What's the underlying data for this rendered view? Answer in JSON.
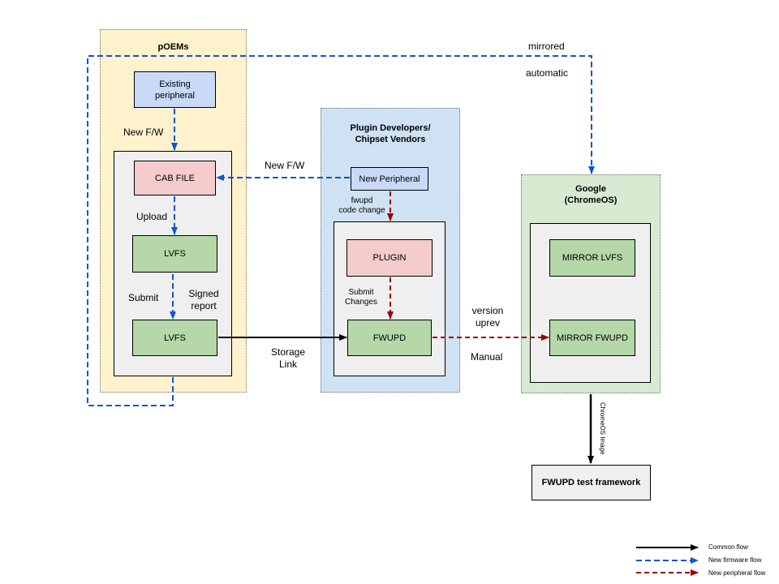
{
  "colors": {
    "poems_bg": "#fff2cc",
    "plugin_bg": "#cfe2f3",
    "google_bg": "#d9ead3",
    "inner_bg": "#efefef",
    "blue_node": "#c9daf8",
    "pink_node": "#f4cccc",
    "green_node": "#b6d7a8",
    "common_flow": "#000000",
    "firmware_flow": "#1155cc",
    "peripheral_flow": "#990000"
  },
  "regions": {
    "poems": "pOEMs",
    "plugin": "Plugin Developers/\nChipset Vendors",
    "google": "Google\n(ChromeOS)"
  },
  "nodes": {
    "existing_peripheral": "Existing\nperipheral",
    "cab_file": "CAB FILE",
    "lvfs_1": "LVFS",
    "lvfs_2": "LVFS",
    "new_peripheral": "New Peripheral",
    "plugin": "PLUGIN",
    "fwupd": "FWUPD",
    "mirror_lvfs": "MIRROR LVFS",
    "mirror_fwupd": "MIRROR FWUPD",
    "test_framework": "FWUPD test framework"
  },
  "labels": {
    "mirrored": "mirrored",
    "automatic": "automatic",
    "new_fw_left": "New F/W",
    "new_fw_top": "New F/W",
    "upload": "Upload",
    "submit": "Submit",
    "signed_report": "Signed\nreport",
    "fwupd_code_change": "fwupd\ncode change",
    "submit_changes": "Submit\nChanges",
    "storage_link": "Storage\nLink",
    "version_uprev": "version\nuprev",
    "manual": "Manual",
    "chromeos_image": "ChromeOS Image"
  },
  "legend": {
    "common": "Common flow",
    "firmware": "New firmware flow",
    "peripheral": "New peripheral flow"
  }
}
